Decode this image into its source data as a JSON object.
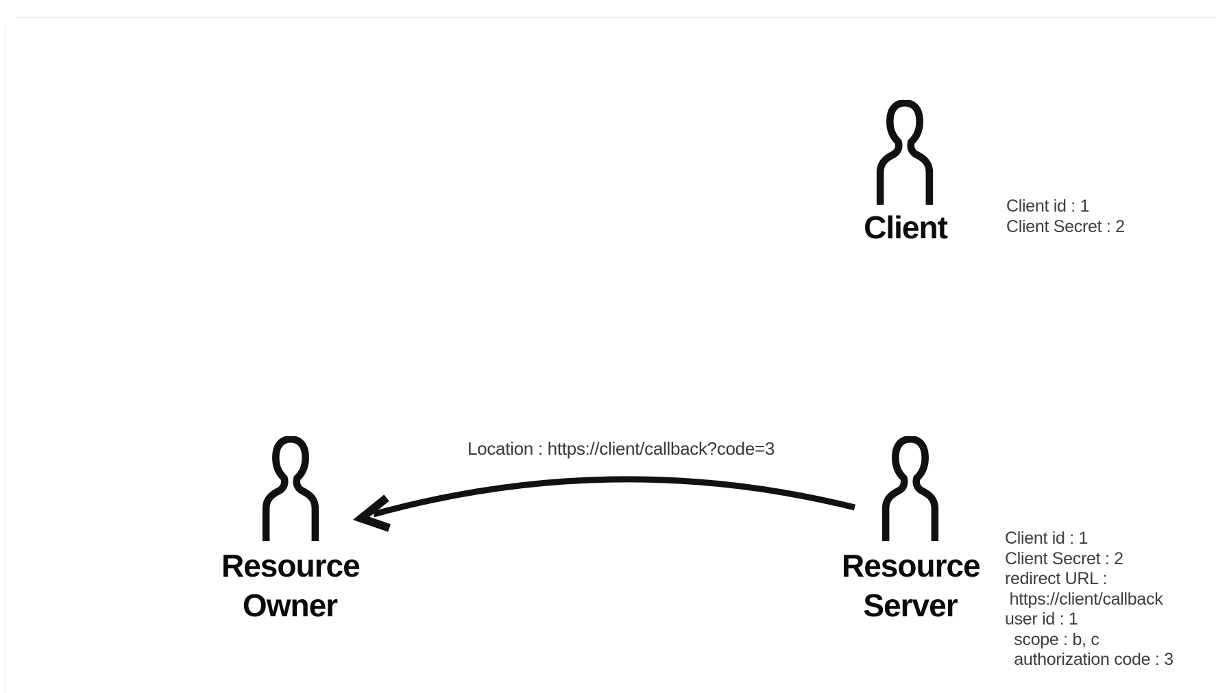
{
  "actors": {
    "client": {
      "label": "Client",
      "info_lines": [
        "Client id : 1",
        "Client Secret : 2"
      ]
    },
    "resource_owner": {
      "label_lines": [
        "Resource",
        "Owner"
      ]
    },
    "resource_server": {
      "label_lines": [
        "Resource",
        "Server"
      ],
      "info_lines": [
        "Client id : 1",
        "Client Secret : 2",
        "redirect URL :",
        " https://client/callback",
        "user id : 1",
        "  scope : b, c",
        "  authorization code : 3"
      ]
    }
  },
  "arrow": {
    "label": "Location : https://client/callback?code=3"
  },
  "icons": {
    "person": "person-silhouette-icon"
  },
  "colors": {
    "background": "#ffffff",
    "figure_stroke": "#111111",
    "label_text": "#0a0a0a",
    "info_text": "#3d3d3d",
    "arrow": "#111111",
    "canvas_edge": "#ebebeb"
  }
}
